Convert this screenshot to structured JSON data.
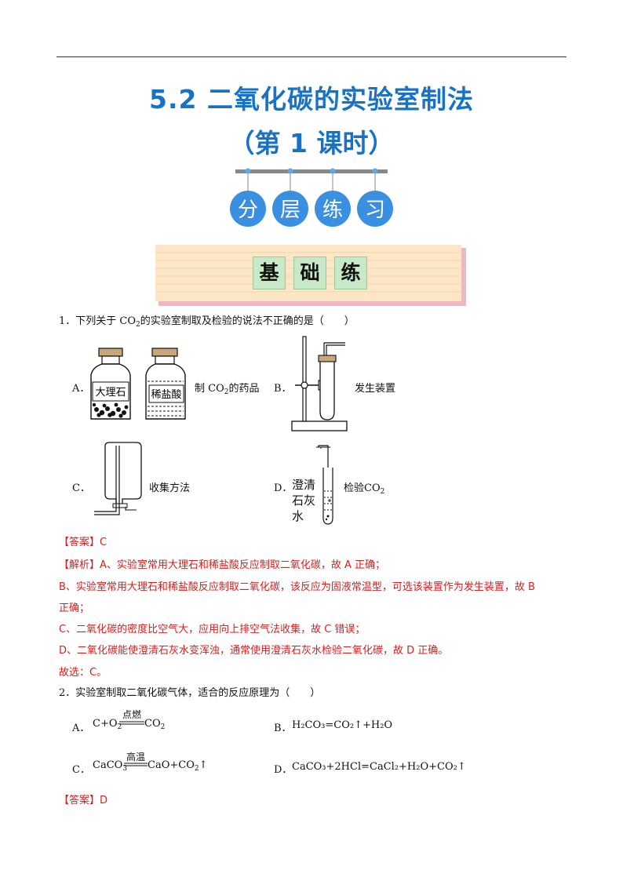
{
  "title": {
    "line1": "5.2  二氧化碳的实验室制法",
    "line2": "（第 1 课时）"
  },
  "badges": [
    "分",
    "层",
    "练",
    "习"
  ],
  "section": [
    "基",
    "础",
    "练"
  ],
  "q1": {
    "stem_prefix": "1．下列关于 CO",
    "stem_sub": "2",
    "stem_suffix": "的实验室制取及检验的说法不正确的是（　　）",
    "options": {
      "A": {
        "letter": "A．",
        "bottle1": "大理石",
        "bottle2": "稀盐酸",
        "caption_prefix": "制 CO",
        "caption_sub": "2",
        "caption_suffix": "的药品"
      },
      "B": {
        "letter": "B．",
        "caption": "发生装置"
      },
      "C": {
        "letter": "C．",
        "caption": "收集方法"
      },
      "D": {
        "letter": "D．",
        "side_text": [
          "澄清",
          "石灰",
          "水"
        ],
        "caption_prefix": "检验CO",
        "caption_sub": "2"
      }
    },
    "answer": "【答案】C",
    "analysis": [
      "【解析】A、实验室常用大理石和稀盐酸反应制取二氧化碳，故 A 正确；",
      "B、实验室常用大理石和稀盐酸反应制取二氧化碳，该反应为固液常温型，可选该装置作为发生装置，故 B",
      "正确；",
      "C、二氧化碳的密度比空气大，应用向上排空气法收集，故 C 错误；",
      "D、二氧化碳能使澄清石灰水变浑浊，通常使用澄清石灰水检验二氧化碳，故 D 正确。",
      "故选：C。"
    ]
  },
  "q2": {
    "stem": "2．实验室制取二氧化碳气体，适合的反应原理为（　　）",
    "A": {
      "letter": "A．",
      "left": "C+O",
      "left_sub": "2",
      "condition": "点燃",
      "right": "CO",
      "right_sub": "2"
    },
    "B": {
      "letter": "B．",
      "text": "H₂CO₃=CO₂↑+H₂O"
    },
    "C": {
      "letter": "C．",
      "left": "CaCO",
      "left_sub": "3",
      "condition": "高温",
      "right1": "CaO+CO",
      "right_sub": "2",
      "arrow": "↑"
    },
    "D": {
      "letter": "D．",
      "text": "CaCO₃+2HCl=CaCl₂+H₂O+CO₂↑"
    },
    "answer": "【答案】D"
  },
  "colors": {
    "title": "#1a72c4",
    "badge": "#3a8fe0",
    "answer": "#d81e1e",
    "banner_pink": "#f1c9cf",
    "banner_bg": "#fbe5c8"
  }
}
